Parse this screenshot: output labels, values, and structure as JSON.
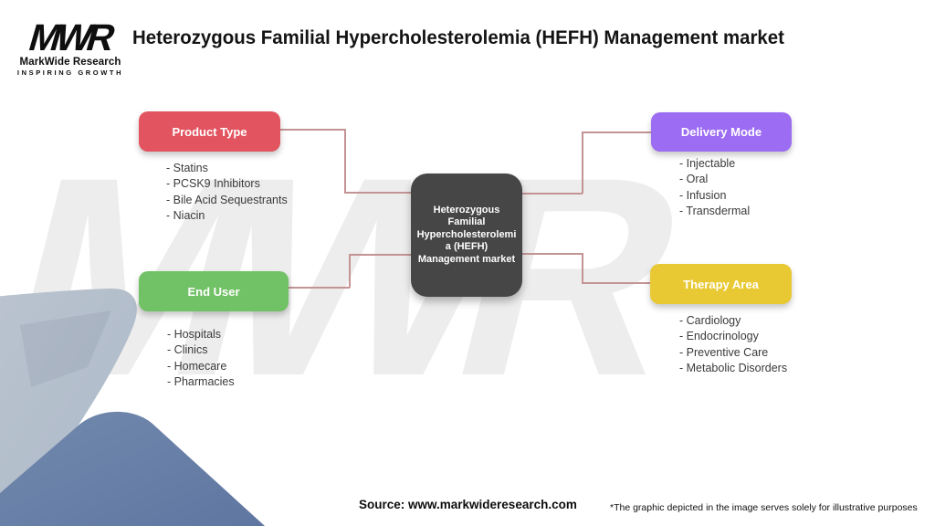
{
  "header": {
    "logo": {
      "mark": "MWR",
      "name": "MarkWide Research",
      "tagline": "INSPIRING GROWTH"
    },
    "title": "Heterozygous Familial Hypercholesterolemia (HEFH) Management market"
  },
  "diagram": {
    "center": {
      "label": "Heterozygous Familial Hypercholesterolemia (HEFH) Management market",
      "color": "#464646"
    },
    "nodes": [
      {
        "id": "product-type",
        "label": "Product Type",
        "color": "#e25560",
        "items": [
          "- Statins",
          "- PCSK9 Inhibitors",
          "- Bile Acid Sequestrants",
          "- Niacin"
        ]
      },
      {
        "id": "delivery-mode",
        "label": "Delivery Mode",
        "color": "#9c6cf3",
        "items": [
          "- Injectable",
          "- Oral",
          "- Infusion",
          "- Transdermal"
        ]
      },
      {
        "id": "end-user",
        "label": "End User",
        "color": "#71c166",
        "items": [
          "- Hospitals",
          "- Clinics",
          "- Homecare",
          "- Pharmacies"
        ]
      },
      {
        "id": "therapy-area",
        "label": "Therapy Area",
        "color": "#e8c934",
        "items": [
          "- Cardiology",
          "- Endocrinology",
          "- Preventive Care",
          "- Metabolic Disorders"
        ]
      }
    ],
    "connector_color": "#c49495"
  },
  "watermark": "MWR",
  "footer": {
    "source": "Source: www.markwideresearch.com",
    "disclaimer": "*The graphic depicted in the image serves solely for illustrative purposes"
  }
}
